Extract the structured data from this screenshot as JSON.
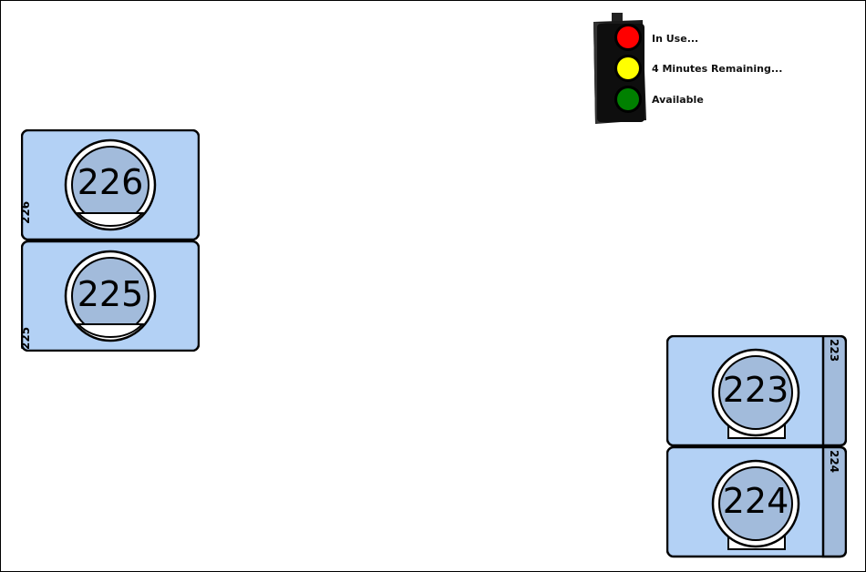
{
  "legend": {
    "in_use": "In Use...",
    "minutes_remaining": "4 Minutes Remaining...",
    "available": "Available",
    "colors": {
      "red": "#ff0000",
      "yellow": "#ffff00",
      "green": "#008000"
    }
  },
  "stations": [
    {
      "id": "226",
      "label": "226",
      "number": "226"
    },
    {
      "id": "225",
      "label": "225",
      "number": "225"
    },
    {
      "id": "223",
      "label": "223",
      "number": "223"
    },
    {
      "id": "224",
      "label": "224",
      "number": "224"
    }
  ],
  "colors": {
    "card_fill": "#b3d1f5",
    "circle_fill": "#a2bbdb",
    "sidebar_fill": "#a2bbdb",
    "stroke": "#000000"
  }
}
